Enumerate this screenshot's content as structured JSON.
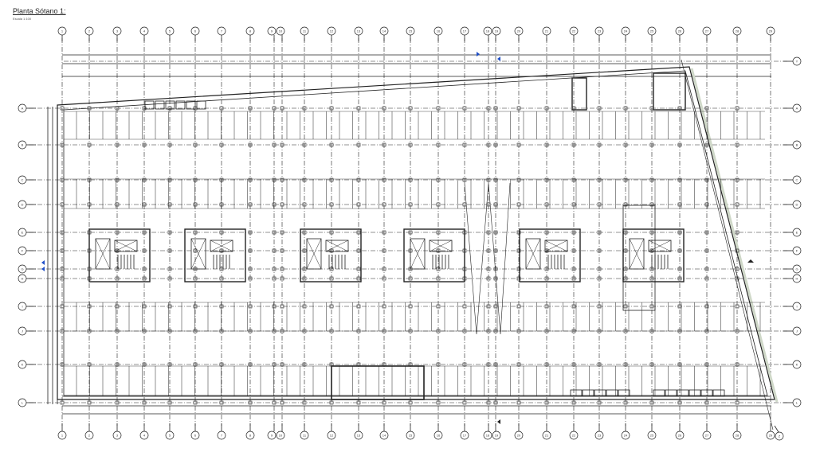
{
  "view": {
    "title": "Planta Sótano 1:",
    "scale": "Escala 1:100"
  },
  "grid": {
    "columns": [
      "1",
      "2",
      "3",
      "4",
      "5",
      "6",
      "7",
      "8",
      "9",
      "10",
      "11",
      "12",
      "13",
      "14",
      "15",
      "16",
      "17",
      "18",
      "19",
      "20",
      "21",
      "22",
      "23",
      "24",
      "25",
      "26",
      "27",
      "28",
      "29"
    ],
    "rows": [
      "A",
      "B",
      "C",
      "D",
      "E",
      "F",
      "G",
      "H",
      "I",
      "J",
      "K",
      "L"
    ],
    "extra_top_right": "Y",
    "extra_bottom_right": "Z"
  },
  "colors": {
    "lines": "#222222",
    "section_marker": "#1f4fc8",
    "wall_fill": "#cfd8c8"
  }
}
